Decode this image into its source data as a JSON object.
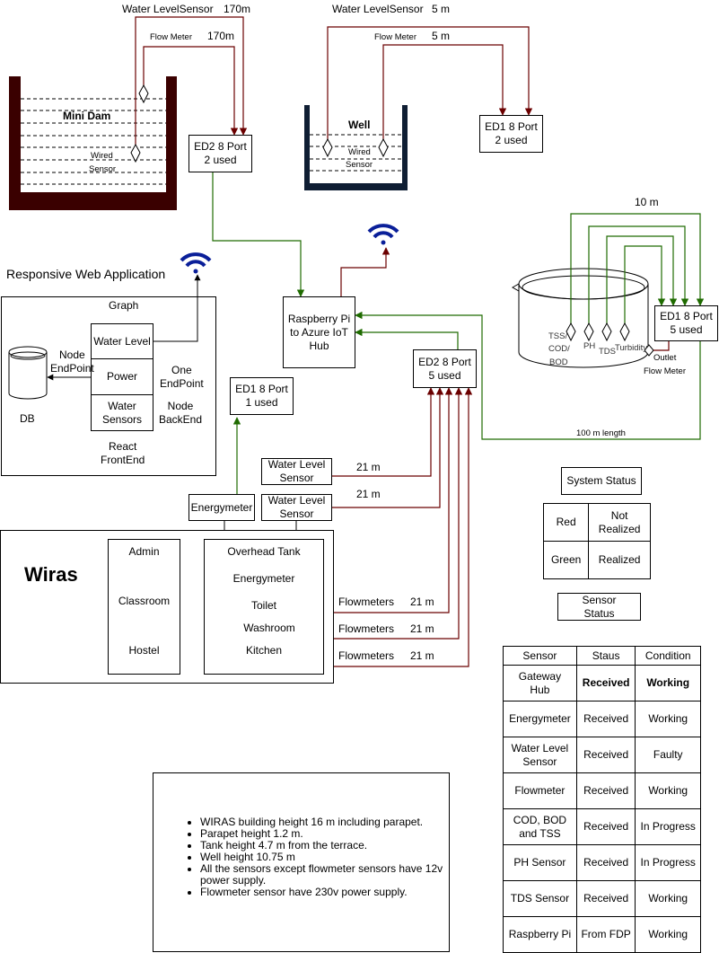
{
  "top_labels": {
    "left_water_sensor": "Water LevelSensor",
    "left_water_dist": "170m",
    "left_flow": "Flow Meter",
    "left_flow_dist": "170m",
    "right_water_sensor": "Water LevelSensor",
    "right_water_dist": "5 m",
    "right_flow": "Flow Meter",
    "right_flow_dist": "5 m",
    "ten_m": "10 m"
  },
  "tanks": {
    "mini_dam": "Mini Dam",
    "mini_dam_wired": "Wired",
    "mini_dam_sensor": "Sensor",
    "well": "Well",
    "well_wired": "Wired",
    "well_sensor": "Sensor"
  },
  "ports": {
    "ed2_top": "ED2 8 Port\n2 used",
    "ed1_top": "ED1 8 Port\n2 used",
    "ed1_right": "ED1 8 Port\n5 used",
    "ed2_mid": "ED2 8 Port\n5 used",
    "ed1_mid": "ED1 8 Port\n1 used"
  },
  "raspberry": "Raspberry Pi\nto Azure IoT\nHub",
  "treatment_tank": {
    "tss": "TSS/",
    "cod": "COD/",
    "bod": "BOD",
    "ph": "PH",
    "tds": "TDS",
    "turbidity": "Turbidity",
    "outlet": "Outlet",
    "flow_meter": "Flow Meter"
  },
  "length_label": "100 m length",
  "web_app": {
    "title": "Responsive Web Application",
    "graph": "Graph",
    "water_level": "Water Level",
    "power": "Power",
    "water_sensors": "Water\nSensors",
    "node_endpoint": "Node\nEndPoint",
    "db": "DB",
    "one_endpoint": "One\nEndPoint",
    "node_backend": "Node\nBackEnd",
    "react_frontend": "React\nFrontEnd"
  },
  "field": {
    "wls1": "Water Level\nSensor",
    "wls2": "Water Level\nSensor",
    "dist_21m_1": "21 m",
    "dist_21m_2": "21 m",
    "energymeter": "Energymeter",
    "flowmeters_1": "Flowmeters",
    "flowmeters_2": "Flowmeters",
    "flowmeters_3": "Flowmeters",
    "f21_1": "21 m",
    "f21_2": "21 m",
    "f21_3": "21 m"
  },
  "wiras": {
    "title": "Wiras",
    "admin": "Admin",
    "classroom": "Classroom",
    "hostel": "Hostel",
    "overhead_tank": "Overhead Tank",
    "energymeter": "Energymeter",
    "toilet": "Toilet",
    "washroom": "Washroom",
    "kitchen": "Kitchen"
  },
  "system_status": {
    "title": "System Status",
    "rows": [
      {
        "color": "Red",
        "state": "Not\nRealized"
      },
      {
        "color": "Green",
        "state": "Realized"
      }
    ]
  },
  "sensor_status_title": "Sensor\nStatus",
  "sensor_table": {
    "headers": [
      "Sensor",
      "Staus",
      "Condition"
    ],
    "rows": [
      {
        "sensor": "Gateway\nHub",
        "status": "Received",
        "condition": "Working",
        "bold": true
      },
      {
        "sensor": "Energymeter",
        "status": "Received",
        "condition": "Working",
        "bold": false
      },
      {
        "sensor": "Water Level\nSensor",
        "status": "Received",
        "condition": "Faulty",
        "bold": false
      },
      {
        "sensor": "Flowmeter",
        "status": "Received",
        "condition": "Working",
        "bold": false
      },
      {
        "sensor": "COD, BOD\nand TSS",
        "status": "Received",
        "condition": "In Progress",
        "bold": false
      },
      {
        "sensor": "PH Sensor",
        "status": "Received",
        "condition": "In Progress",
        "bold": false
      },
      {
        "sensor": "TDS Sensor",
        "status": "Received",
        "condition": "Working",
        "bold": false
      },
      {
        "sensor": "Raspberry Pi",
        "status": "From FDP",
        "condition": "Working",
        "bold": false
      }
    ]
  },
  "notes": [
    "WIRAS building height 16 m including parapet.",
    "Parapet height 1.2 m.",
    "Tank height 4.7 m from the terrace.",
    "Well height 10.75 m",
    "All the sensors except flowmeter sensors have 12v power supply.",
    "Flowmeter sensor have 230v power supply."
  ],
  "colors": {
    "red_wire": "#6b0000",
    "green_wire": "#1f6b00",
    "wifi": "#0a1f99",
    "mini_dam_wall": "#3a0000",
    "well_wall": "#0f1e33"
  }
}
